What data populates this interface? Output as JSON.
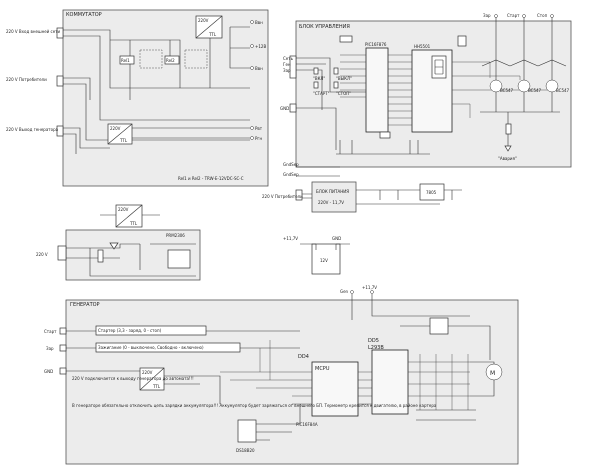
{
  "blocks": {
    "commutator": {
      "title": "КОММУТАТОР",
      "inputs": [
        "220 V Вход внешней сети",
        "220 V Потребители",
        "220 V Выход генератора"
      ],
      "outputs": [
        "Ввн",
        "+12В",
        "Ввн",
        "Рвт",
        "Ргн"
      ],
      "relay_label": "TTL",
      "relay_v": "220V",
      "note": "Rel1 и Rel2 - TRW-E-12VDC-SC-C",
      "r_labels": [
        "Rel1",
        "Rel2"
      ]
    },
    "control": {
      "title": "БЛОК УПРАВЛЕНИЯ",
      "mcu": "PIC16F876",
      "display": "HH5501",
      "left_labels": [
        "Сеть",
        "Ген",
        "Зар",
        "GND"
      ],
      "keys": [
        "\"ВКЛ\"",
        "\"ВЫКЛ\"",
        "\"СТАРТ\"",
        "\"СТОП\""
      ],
      "transistors": [
        "BC547",
        "BC547",
        "BC547"
      ],
      "alarm": "\"Авария\"",
      "top_labels": [
        "Зар",
        "Старт",
        "Стоп"
      ]
    },
    "power": {
      "title": "БЛОК ПИТАНИЯ",
      "subtitle": "220V - 11,7V",
      "reg": "7805",
      "inputs": [
        "GndSep",
        "GndSep"
      ],
      "in_label": "220 V Потребители"
    },
    "transformer": {
      "top": "220V",
      "bottom": "TTL",
      "name": "PRM2306"
    },
    "generator": {
      "title": "ГЕНЕРАТОР",
      "starter": "Стартер (3,3 - заряд, 0 - стоп)",
      "ignition": "Зажигание (0 - выключено, Свободно - включено)",
      "feed_note": "220 V подключается к выходу генератора до автомата!!!",
      "inputs": [
        "Старт",
        "Зар",
        "GND"
      ],
      "mcu_name": "DD4",
      "mcu_type": "MCPU",
      "pic": "PIC16F84A",
      "driver_name": "DD5",
      "driver_type": "L293B",
      "ttl": "TTL",
      "v220": "220V",
      "note": "В генераторе обязательно отключить цепь зарядки аккумулятора!!! Аккумулятор будет заряжаться от внешнего БП. Термометр крепится к двигателю, в районе картера",
      "sensor": "DS18B20",
      "motor": "M",
      "top_labels": [
        "Gen",
        "+11,7V"
      ]
    },
    "misc": {
      "left_220": "220 V",
      "v117": "+11,7V",
      "gnd": "GND",
      "v12": "12V"
    }
  }
}
